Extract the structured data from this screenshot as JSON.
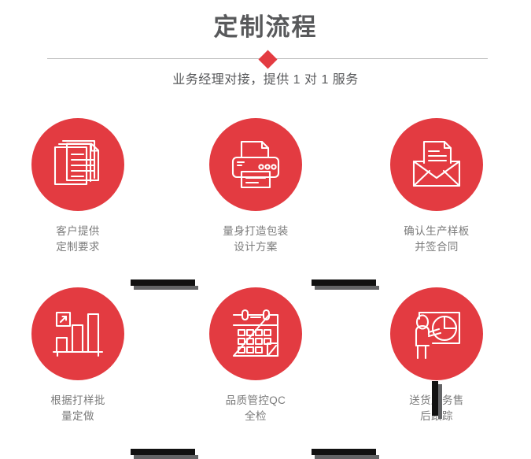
{
  "header": {
    "title": "定制流程",
    "subtitle": "业务经理对接，提供 1 对 1 服务",
    "accent_color": "#e33b41",
    "title_color": "#58595b",
    "divider_color": "#bcbcbc",
    "divider_icon": "diamond-icon"
  },
  "steps": [
    {
      "index": 1,
      "icon": "documents-stack-icon",
      "label": "客户提供\n定制要求"
    },
    {
      "index": 2,
      "icon": "printer-icon",
      "label": "量身打造包装\n设计方案"
    },
    {
      "index": 3,
      "icon": "envelope-letter-icon",
      "label": "确认生产样板\n并签合同"
    },
    {
      "index": 4,
      "icon": "bar-chart-growth-icon",
      "label": "根据打样批\n量定做"
    },
    {
      "index": 5,
      "icon": "calendar-icon",
      "label": "品质管控QC\n全检"
    },
    {
      "index": 6,
      "icon": "presenter-pie-chart-icon",
      "label": "送货服务售\n后跟踪"
    }
  ],
  "connectors": {
    "bar_color": "#111111",
    "shadow_color": "#636466"
  }
}
